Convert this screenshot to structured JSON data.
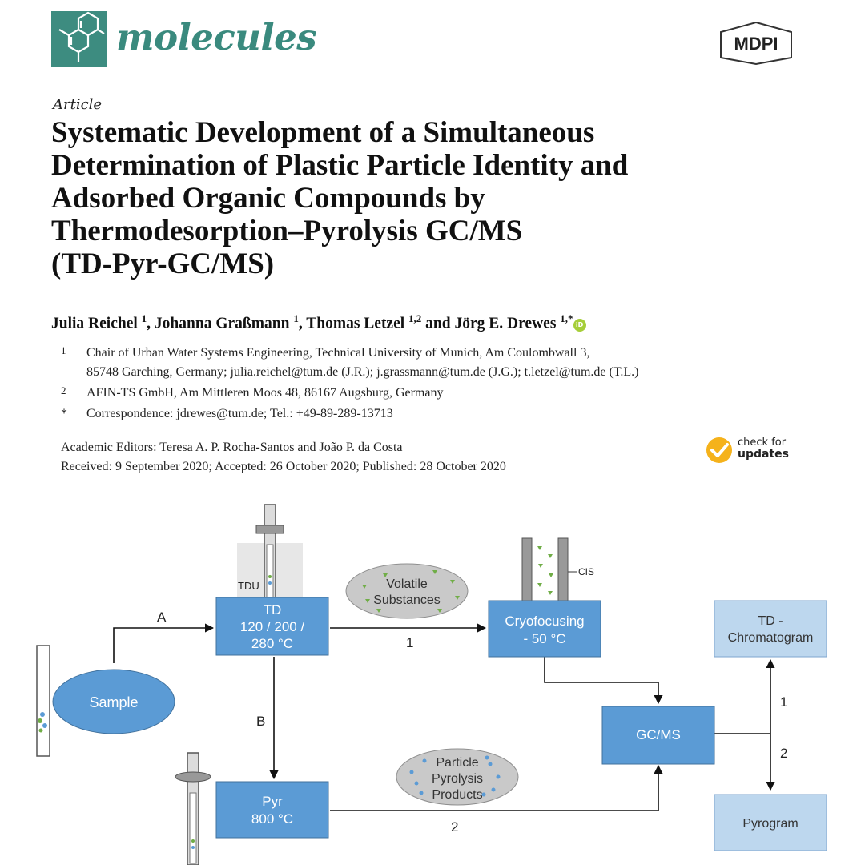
{
  "header": {
    "journal_name": "molecules",
    "publisher": "MDPI"
  },
  "article": {
    "type": "Article",
    "title_lines": [
      "Systematic Development of a Simultaneous",
      "Determination of Plastic Particle Identity and",
      "Adsorbed Organic Compounds by",
      "Thermodesorption–Pyrolysis GC/MS",
      "(TD-Pyr-GC/MS)"
    ],
    "authors": [
      {
        "name": "Julia Reichel",
        "sup": "1"
      },
      {
        "name": "Johanna Graßmann",
        "sup": "1"
      },
      {
        "name": "Thomas Letzel",
        "sup": "1,2"
      },
      {
        "name": "Jörg E. Drewes",
        "sup": "1,*"
      }
    ],
    "authors_joiners": [
      ", ",
      ", ",
      " and "
    ],
    "affiliations": [
      {
        "mark": "1",
        "lines": [
          "Chair of Urban Water Systems Engineering, Technical University of Munich, Am Coulombwall 3,",
          "85748 Garching, Germany; julia.reichel@tum.de (J.R.); j.grassmann@tum.de (J.G.); t.letzel@tum.de (T.L.)"
        ]
      },
      {
        "mark": "2",
        "lines": [
          "AFIN-TS GmbH, Am Mittleren Moos 48, 86167 Augsburg, Germany"
        ]
      },
      {
        "mark": "*",
        "lines": [
          "Correspondence: jdrewes@tum.de; Tel.: +49-89-289-13713"
        ]
      }
    ],
    "editors": "Academic Editors: Teresa A. P. Rocha-Santos and João P. da Costa",
    "dates": "Received: 9 September 2020; Accepted: 26 October 2020; Published: 28 October 2020",
    "check_updates": {
      "line1": "check for",
      "line2": "updates"
    }
  },
  "diagram": {
    "colors": {
      "box": "#5b9bd5",
      "light_box": "#bdd7ee",
      "ellipse": "#c9c9c9",
      "sample": "#5b9bd5",
      "green": "#70ad47"
    },
    "tdu_label": "TDU",
    "cis_label": "CIS",
    "td_box": [
      "TD",
      "120 / 200 /",
      "280 °C"
    ],
    "sample": "Sample",
    "volatile": [
      "Volatile",
      "Substances"
    ],
    "cryo_box": [
      "Cryofocusing",
      "- 50 °C"
    ],
    "gcms_box": "GC/MS",
    "pyr_box": [
      "Pyr",
      "800 °C"
    ],
    "particle": [
      "Particle",
      "Pyrolysis",
      "Products"
    ],
    "td_chrom_box": [
      "TD -",
      "Chromatogram"
    ],
    "pyrogram_box": "Pyrogram",
    "arrow_labels": {
      "a": "A",
      "b": "B",
      "one": "1",
      "two": "2",
      "right_one": "1",
      "right_two": "2"
    }
  }
}
